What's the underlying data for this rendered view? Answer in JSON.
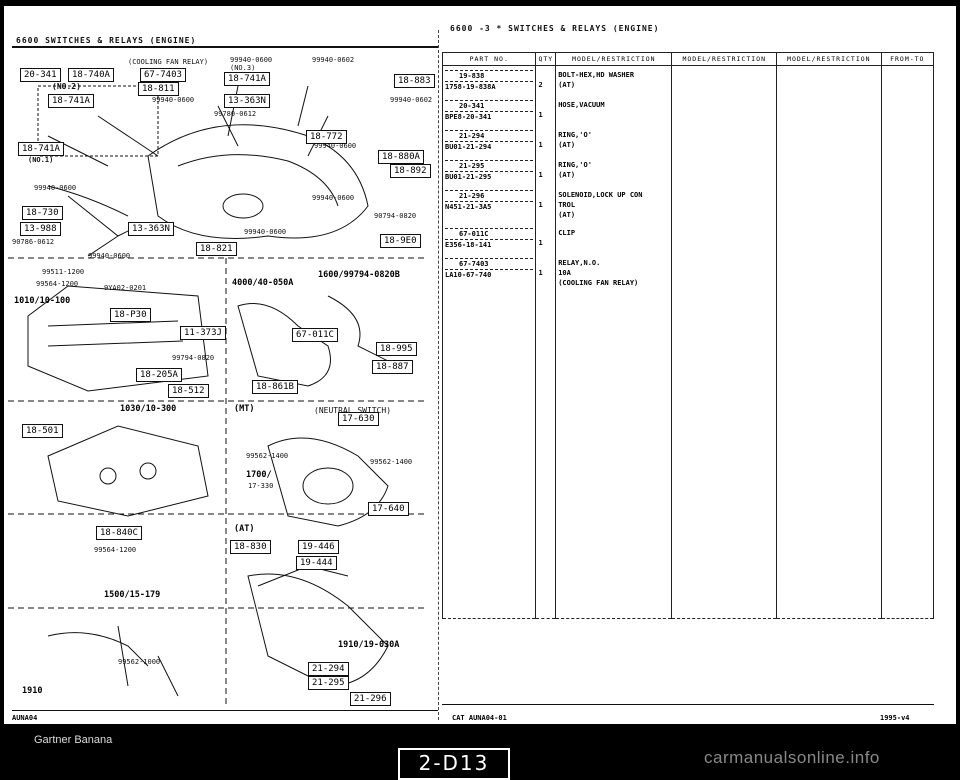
{
  "left_page": {
    "header": "6600    SWITCHES & RELAYS (ENGINE)",
    "footer": "AUNA04",
    "diagram": {
      "boxes": [
        "20-341",
        "18-740A",
        "67-7403",
        "18-741A",
        "18-811",
        "18-883",
        "(NO.2)",
        "18-741A",
        "13-363N",
        "18-772",
        "18-880A",
        "18-741A",
        "18-892",
        "18-730",
        "13-988",
        "13-363N",
        "18-9E0",
        "18-821",
        "18-P30",
        "11-373J",
        "67-011C",
        "18-995",
        "18-887",
        "18-205A",
        "18-512",
        "18-861B",
        "18-501",
        "17-630",
        "17-640",
        "18-840C",
        "19-446",
        "19-444",
        "18-830",
        "21-294",
        "21-295",
        "21-296"
      ],
      "labels": [
        "(COOLING FAN RELAY)",
        "99940-0600",
        "99940-0602",
        "(NO.3)",
        "99940-0600",
        "99780-0612",
        "99940-0602",
        "99940-0600",
        "(NO.1)",
        "99940-0600",
        "99940-0600",
        "90794-0820",
        "90786-0612",
        "99940-0600",
        "99940-0600",
        "99511-1200",
        "99564-1200",
        "9YA02-0201",
        "99794-0820",
        "99562-1400",
        "99562-1400",
        "99564-1200",
        "99562-1000",
        "(MT)",
        "(NEUTRAL SWITCH)",
        "(AT)",
        "17-330"
      ],
      "groups": [
        "1600/99794-0820B",
        "4000/40-050A",
        "1010/10-100",
        "1030/10-300",
        "1700/",
        "1500/15-179",
        "1910/19-030A",
        "1910"
      ]
    }
  },
  "right_page": {
    "header": "6600  -3 *  SWITCHES & RELAYS (ENGINE)",
    "columns": [
      "PART NO.",
      "QTY",
      "MODEL/RESTRICTION",
      "MODEL/RESTRICTION",
      "MODEL/RESTRICTION",
      "FROM-TO"
    ],
    "rows": [
      {
        "ref": "19-838",
        "part_no": "1758-19-838A",
        "qty": "2",
        "desc": [
          "BOLT-HEX,HD WASHER",
          "(AT)"
        ]
      },
      {
        "ref": "20-341",
        "part_no": "BPE8-20-341",
        "qty": "1",
        "desc": [
          "HOSE,VACUUM"
        ]
      },
      {
        "ref": "21-294",
        "part_no": "BU01-21-294",
        "qty": "1",
        "desc": [
          "RING,'O'",
          "(AT)"
        ]
      },
      {
        "ref": "21-295",
        "part_no": "BU01-21-295",
        "qty": "1",
        "desc": [
          "RING,'O'",
          "(AT)"
        ]
      },
      {
        "ref": "21-296",
        "part_no": "N451-21-3A5",
        "qty": "1",
        "desc": [
          "SOLENOID,LOCK UP CON",
          "TROL",
          "(AT)"
        ]
      },
      {
        "ref": "67-011C",
        "part_no": "E356-18-141",
        "qty": "1",
        "desc": [
          "CLIP"
        ]
      },
      {
        "ref": "67-7403",
        "part_no": "LA10-67-740",
        "qty": "1",
        "desc": [
          "RELAY,N.O.",
          "10A",
          "(COOLING FAN RELAY)"
        ]
      }
    ],
    "footer_left": "CAT  AUNA04-01",
    "footer_right": "1995-v4"
  },
  "overlay": {
    "credit": "Gartner Banana",
    "page_id": "2-D13",
    "site": "carmanualsonline.info"
  }
}
